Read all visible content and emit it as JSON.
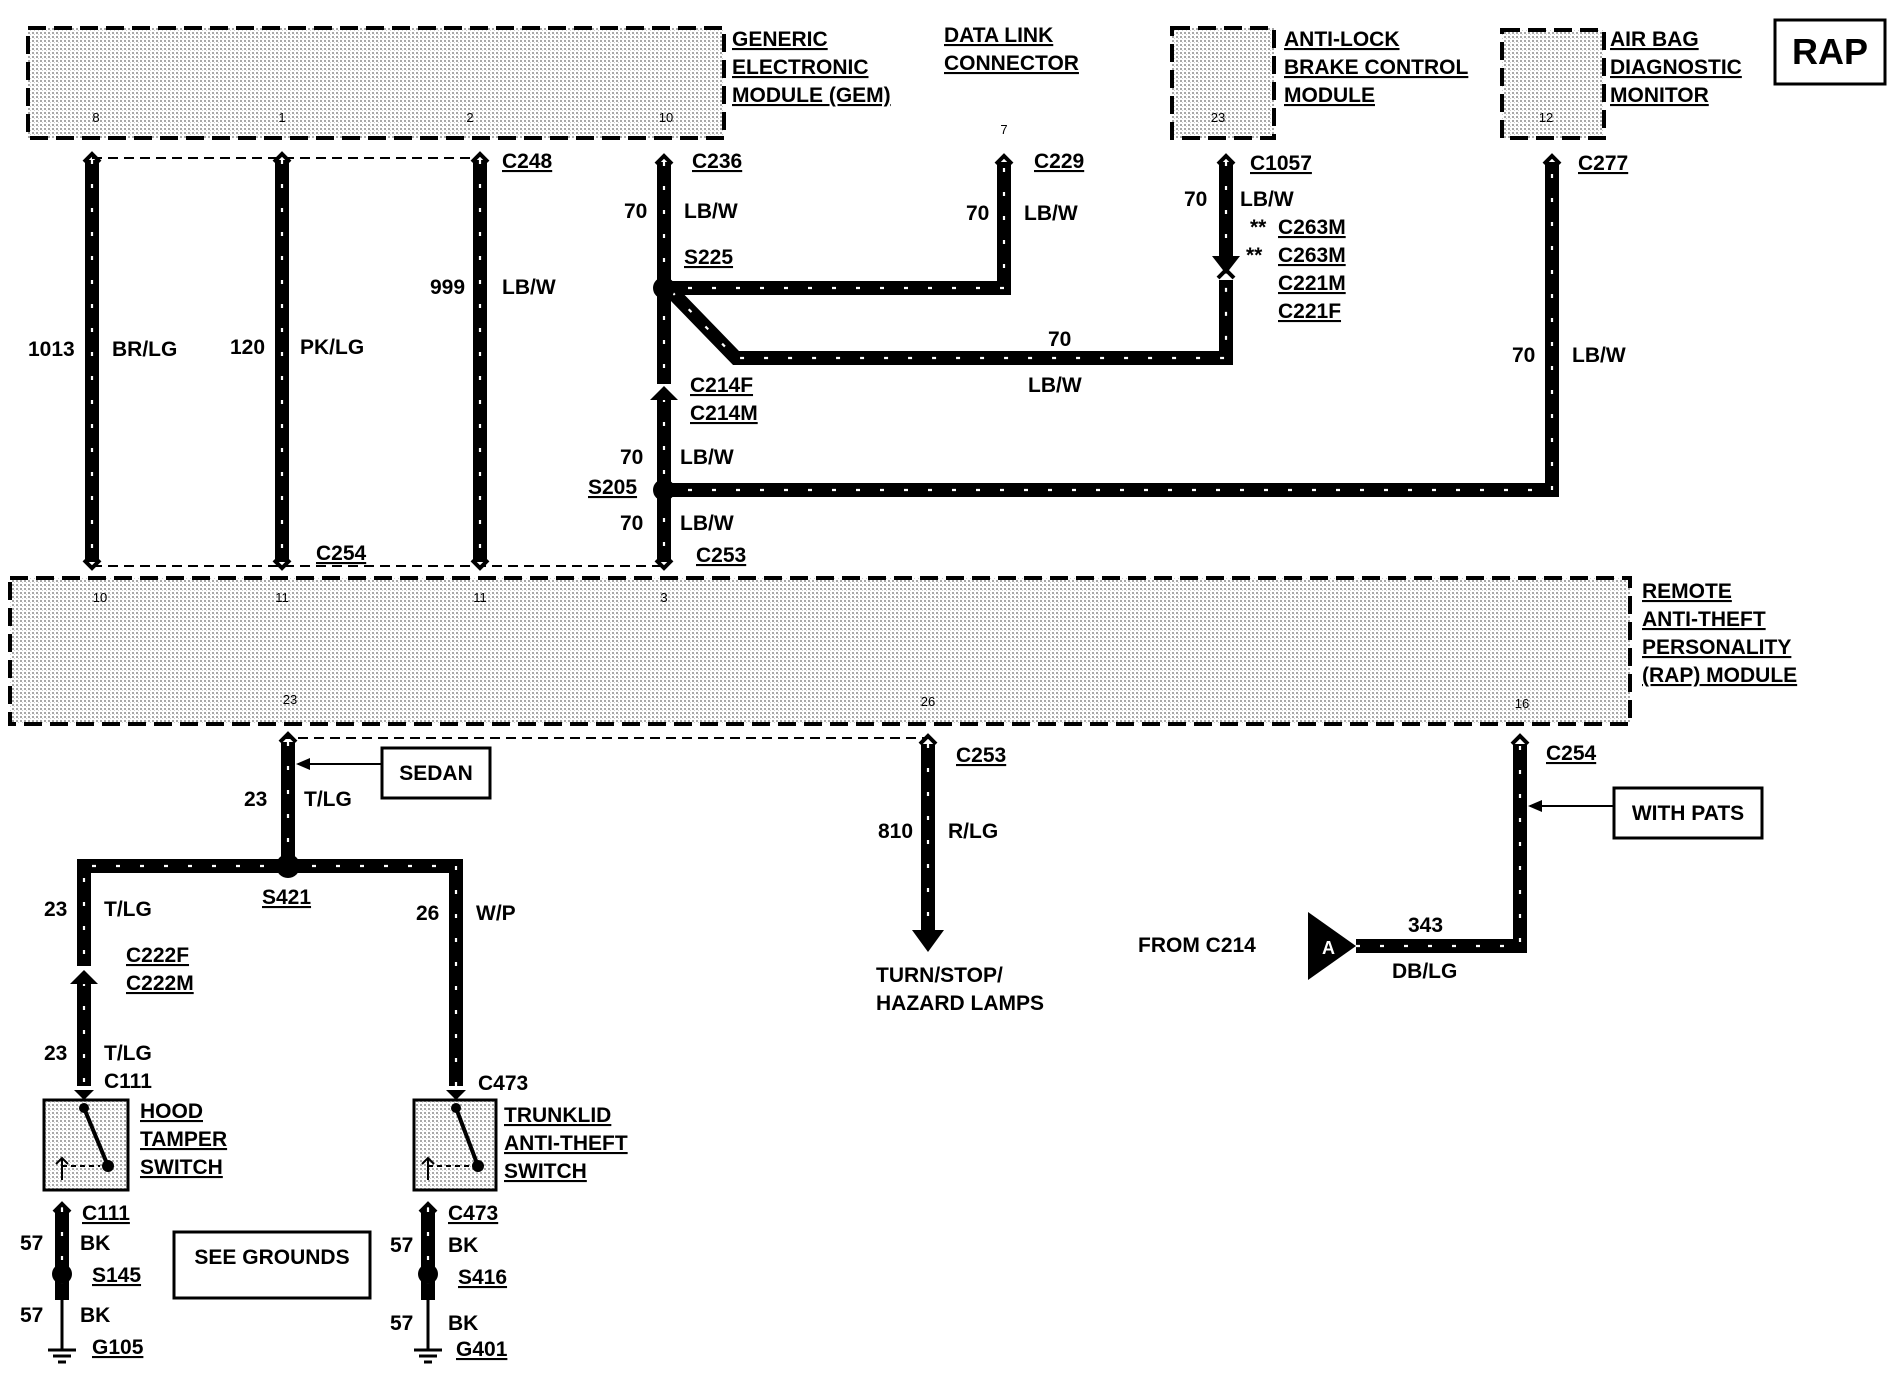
{
  "badge": "RAP",
  "modules": {
    "gem": [
      "GENERIC",
      "ELECTRONIC",
      "MODULE (GEM)"
    ],
    "dlc": [
      "DATA LINK",
      "CONNECTOR"
    ],
    "abs": [
      "ANTI-LOCK",
      "BRAKE CONTROL",
      "MODULE"
    ],
    "airbag": [
      "AIR BAG",
      "DIAGNOSTIC",
      "MONITOR"
    ],
    "rap": [
      "REMOTE",
      "ANTI-THEFT",
      "PERSONALITY",
      "(RAP) MODULE"
    ]
  },
  "pins": {
    "gem": [
      "8",
      "1",
      "2",
      "10"
    ],
    "dlc": "7",
    "abs": "23",
    "airbag": "12",
    "rap_top": [
      "10",
      "11",
      "11",
      "3"
    ],
    "rap_bottom": [
      "23",
      "26",
      "16"
    ]
  },
  "connectors": {
    "c248": "C248",
    "c236": "C236",
    "c229": "C229",
    "c1057": "C1057",
    "c263m_a": "C263M",
    "c263m_b": "C263M",
    "c221m": "C221M",
    "c221f": "C221F",
    "star": "**",
    "c277": "C277",
    "c214f": "C214F",
    "c214m": "C214M",
    "c254_top": "C254",
    "c253_top": "C253",
    "c253_bot": "C253",
    "c254_bot": "C254",
    "c222f": "C222F",
    "c222m": "C222M",
    "c111_top": "C111",
    "c111_bot": "C111",
    "c473_top": "C473",
    "c473_bot": "C473"
  },
  "splices": {
    "s225": "S225",
    "s205": "S205",
    "s421": "S421",
    "s145": "S145",
    "s416": "S416"
  },
  "grounds": {
    "g105": "G105",
    "g401": "G401"
  },
  "wires": [
    {
      "id": "w1013",
      "circuit": "1013",
      "color": "BR/LG"
    },
    {
      "id": "w120",
      "circuit": "120",
      "color": "PK/LG"
    },
    {
      "id": "w999",
      "circuit": "999",
      "color": "LB/W"
    },
    {
      "id": "w70a",
      "circuit": "70",
      "color": "LB/W"
    },
    {
      "id": "w70b",
      "circuit": "70",
      "color": "LB/W"
    },
    {
      "id": "w70c",
      "circuit": "70",
      "color": "LB/W"
    },
    {
      "id": "w70d",
      "circuit": "70",
      "color": "LB/W"
    },
    {
      "id": "w70e",
      "circuit": "70",
      "color": "LB/W"
    },
    {
      "id": "w70f",
      "circuit": "70",
      "color": "LB/W"
    },
    {
      "id": "w70g",
      "circuit": "70",
      "color": "LB/W"
    },
    {
      "id": "w23a",
      "circuit": "23",
      "color": "T/LG"
    },
    {
      "id": "w23b",
      "circuit": "23",
      "color": "T/LG"
    },
    {
      "id": "w23c",
      "circuit": "23",
      "color": "T/LG"
    },
    {
      "id": "w26",
      "circuit": "26",
      "color": "W/P"
    },
    {
      "id": "w810",
      "circuit": "810",
      "color": "R/LG"
    },
    {
      "id": "w343",
      "circuit": "343",
      "color": "DB/LG"
    },
    {
      "id": "w57a",
      "circuit": "57",
      "color": "BK"
    },
    {
      "id": "w57b",
      "circuit": "57",
      "color": "BK"
    },
    {
      "id": "w57c",
      "circuit": "57",
      "color": "BK"
    },
    {
      "id": "w57d",
      "circuit": "57",
      "color": "BK"
    }
  ],
  "notes": {
    "sedan": "SEDAN",
    "with_pats": "WITH PATS",
    "see_grounds": "SEE GROUNDS",
    "from_c214": "FROM C214",
    "ref_a": "A",
    "turn_lamps": [
      "TURN/STOP/",
      "HAZARD LAMPS"
    ]
  },
  "switches": {
    "hood": [
      "HOOD",
      "TAMPER",
      "SWITCH"
    ],
    "trunk": [
      "TRUNKLID",
      "ANTI-THEFT",
      "SWITCH"
    ]
  }
}
